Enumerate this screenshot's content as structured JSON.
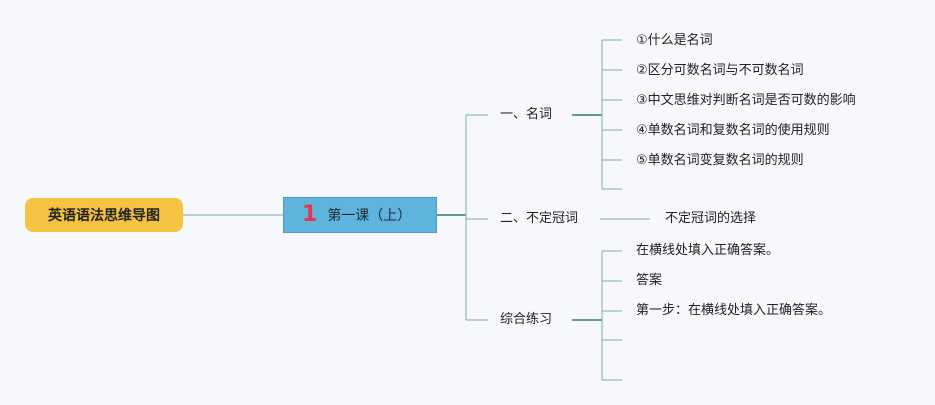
{
  "root": {
    "title": "英语语法思维导图",
    "color": "#f5c242"
  },
  "lesson": {
    "number": "1",
    "title": "第一课（上）",
    "color": "#5eb4dd",
    "number_color": "#e8344c"
  },
  "branches": [
    {
      "label": "一、名词",
      "children": [
        "①什么是名词",
        "②区分可数名词与不可数名词",
        "③中文思维对判断名词是否可数的影响",
        "④单数名词和复数名词的使用规则",
        "⑤单数名词变复数名词的规则",
        ""
      ]
    },
    {
      "label": "二、不定冠词",
      "children": [
        "不定冠词的选择"
      ]
    },
    {
      "label": "综合练习",
      "children": [
        "在横线处填入正确答案。",
        "答案",
        "第一步：在横线处填入正确答案。",
        "",
        ""
      ]
    }
  ],
  "line_color": "#7aaea6"
}
